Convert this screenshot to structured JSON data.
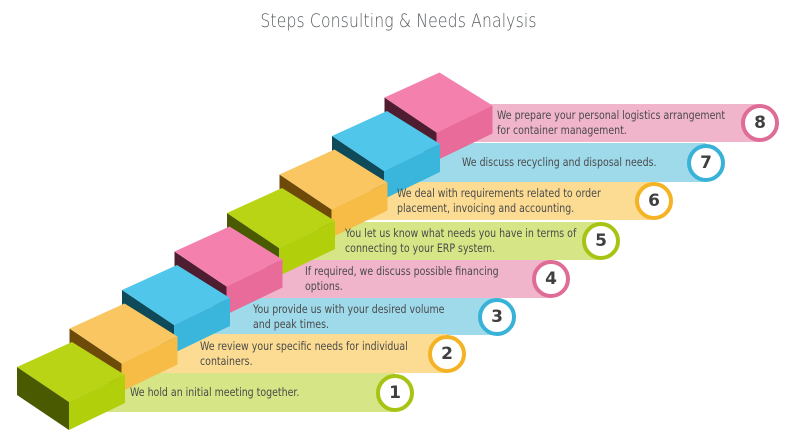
{
  "title": "Steps Consulting & Needs Analysis",
  "steps": [
    {
      "number": "1",
      "lines": [
        "We hold an initial meeting together."
      ],
      "color": {
        "top": "#b8d414",
        "left": "#4a5a00",
        "front": "#b2cf0c",
        "band": "#d6e585",
        "ring": "#a7c415"
      }
    },
    {
      "number": "2",
      "lines": [
        "We review your specific needs for individual",
        "containers."
      ],
      "color": {
        "top": "#f9c662",
        "left": "#6e4a08",
        "front": "#f6bc45",
        "band": "#fcdc93",
        "ring": "#f4b324"
      }
    },
    {
      "number": "3",
      "lines": [
        "You provide us with your desired volume",
        "and peak times."
      ],
      "color": {
        "top": "#4fc6ea",
        "left": "#0e4a5a",
        "front": "#3ab6dc",
        "band": "#9fdaeb",
        "ring": "#39b2d8"
      }
    },
    {
      "number": "4",
      "lines": [
        "If required, we discuss possible financing",
        "options."
      ],
      "color": {
        "top": "#f481ad",
        "left": "#4f1d30",
        "front": "#e86b9a",
        "band": "#f0b4cb",
        "ring": "#df6c97"
      }
    },
    {
      "number": "5",
      "lines": [
        "You let us know what needs you have in terms of",
        "connecting to your ERP system."
      ],
      "color": {
        "top": "#b8d414",
        "left": "#4a5a00",
        "front": "#b2cf0c",
        "band": "#d6e585",
        "ring": "#a7c415"
      }
    },
    {
      "number": "6",
      "lines": [
        "We deal with requirements related to order",
        "placement, invoicing and accounting."
      ],
      "color": {
        "top": "#f9c662",
        "left": "#6e4a08",
        "front": "#f6bc45",
        "band": "#fcdc93",
        "ring": "#f4b324"
      }
    },
    {
      "number": "7",
      "lines": [
        "We discuss recycling and disposal needs."
      ],
      "color": {
        "top": "#4fc6ea",
        "left": "#0e4a5a",
        "front": "#3ab6dc",
        "band": "#9fdaeb",
        "ring": "#39b2d8"
      }
    },
    {
      "number": "8",
      "lines": [
        "We prepare your personal logistics arrangement",
        "for container management."
      ],
      "color": {
        "top": "#f481ad",
        "left": "#4f1d30",
        "front": "#e86b9a",
        "band": "#f0b4cb",
        "ring": "#df6c97"
      }
    }
  ]
}
